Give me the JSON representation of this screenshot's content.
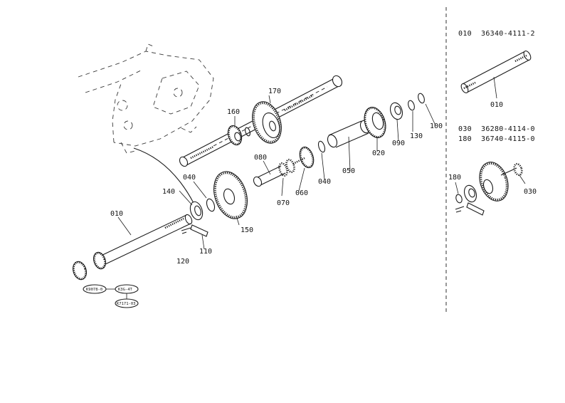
{
  "diagram": {
    "callouts": {
      "c010": "010",
      "c020": "020",
      "c030": "030",
      "c040a": "040",
      "c040b": "040",
      "c050": "050",
      "c060": "060",
      "c070": "070",
      "c080": "080",
      "c090": "090",
      "c100": "100",
      "c110": "110",
      "c120": "120",
      "c130": "130",
      "c140": "140",
      "c150": "150",
      "c160": "160",
      "c170": "170",
      "c180": "180",
      "c010b": "010"
    },
    "stamps": {
      "s1": "K9078-0",
      "s2": "K3G-4T",
      "s3": "K7171-03"
    }
  },
  "parts_list": [
    {
      "ref": "010",
      "part_no": "36340-4111-2"
    },
    {
      "ref": "030",
      "part_no": "36280-4114-0"
    },
    {
      "ref": "180",
      "part_no": "36740-4115-0"
    }
  ]
}
